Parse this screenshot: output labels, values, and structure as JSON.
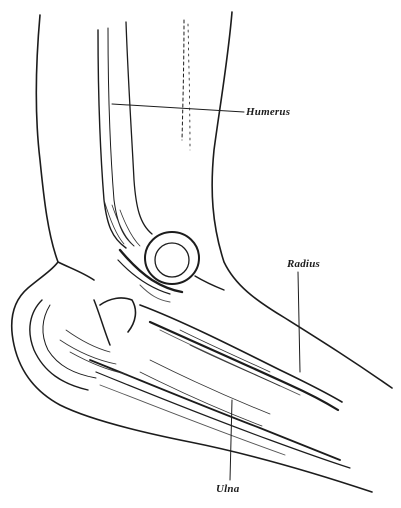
{
  "labels": {
    "humerus": "Humerus",
    "radius": "Radius",
    "ulna": "Ulna"
  },
  "colors": {
    "ink": "#1c1c1c",
    "paper": "#ffffff",
    "shade": "#555555"
  }
}
